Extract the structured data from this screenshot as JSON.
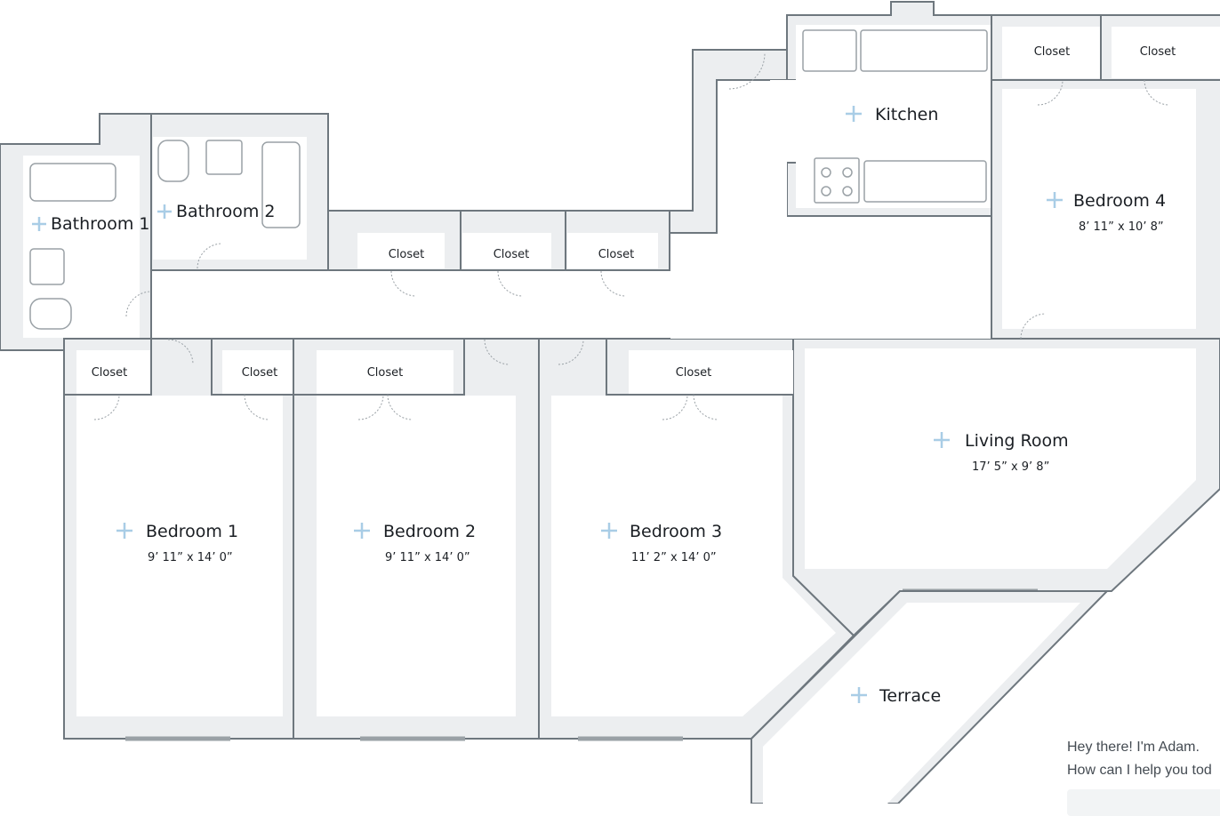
{
  "rooms": {
    "bathroom1": {
      "name": "Bathroom 1"
    },
    "bathroom2": {
      "name": "Bathroom 2"
    },
    "kitchen": {
      "name": "Kitchen"
    },
    "bedroom4": {
      "name": "Bedroom 4",
      "dims": "8’ 11” x 10’ 8”"
    },
    "living": {
      "name": "Living Room",
      "dims": "17’ 5” x 9’ 8”"
    },
    "bedroom1": {
      "name": "Bedroom 1",
      "dims": "9’ 11” x 14’ 0”"
    },
    "bedroom2": {
      "name": "Bedroom 2",
      "dims": "9’ 11” x 14’ 0”"
    },
    "bedroom3": {
      "name": "Bedroom 3",
      "dims": "11’ 2” x 14’ 0”"
    },
    "terrace": {
      "name": "Terrace"
    }
  },
  "closet_label": "Closet",
  "chat": {
    "line1": "Hey there! I'm Adam.",
    "line2": "How can I help you tod"
  },
  "colors": {
    "wall": "#eceef0",
    "outline": "#6e777e",
    "marker": "#a9cde6"
  }
}
